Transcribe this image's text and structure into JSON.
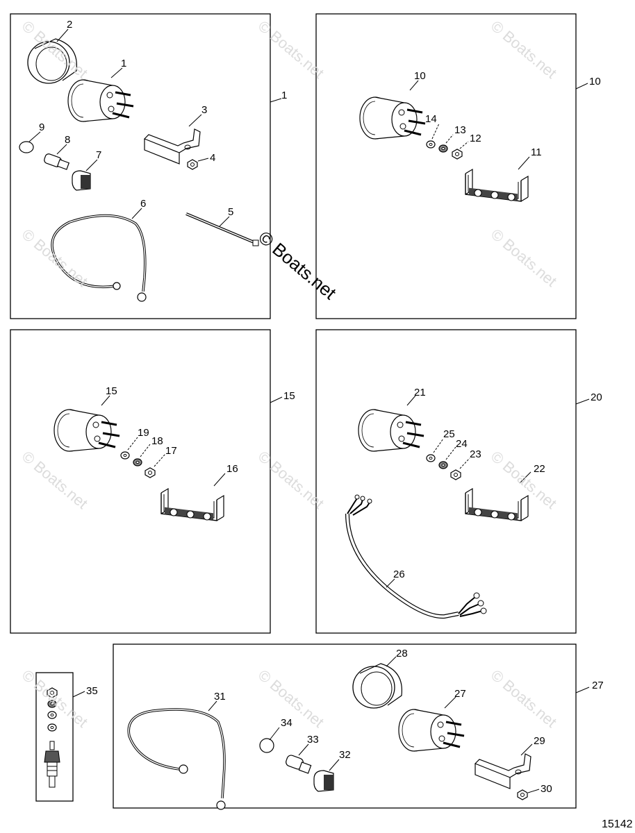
{
  "watermark": {
    "text": "© Boats.net",
    "center_text": "© Boats.net"
  },
  "figure_number": "15142",
  "panels": {
    "p1": {
      "label": "1",
      "callouts": {
        "c1": "1",
        "c2": "2",
        "c3": "3",
        "c4": "4",
        "c5": "5",
        "c6": "6",
        "c7": "7",
        "c8": "8",
        "c9": "9"
      }
    },
    "p10": {
      "label": "10",
      "callouts": {
        "c10": "10",
        "c11": "11",
        "c12": "12",
        "c13": "13",
        "c14": "14"
      }
    },
    "p15": {
      "label": "15",
      "callouts": {
        "c15": "15",
        "c16": "16",
        "c17": "17",
        "c18": "18",
        "c19": "19"
      }
    },
    "p20": {
      "label": "20",
      "callouts": {
        "c21": "21",
        "c22": "22",
        "c23": "23",
        "c24": "24",
        "c25": "25",
        "c26": "26"
      }
    },
    "p27": {
      "label": "27",
      "callouts": {
        "c27": "27",
        "c28": "28",
        "c29": "29",
        "c30": "30",
        "c31": "31",
        "c32": "32",
        "c33": "33",
        "c34": "34"
      }
    },
    "p35": {
      "callouts": {
        "c35": "35"
      }
    }
  }
}
